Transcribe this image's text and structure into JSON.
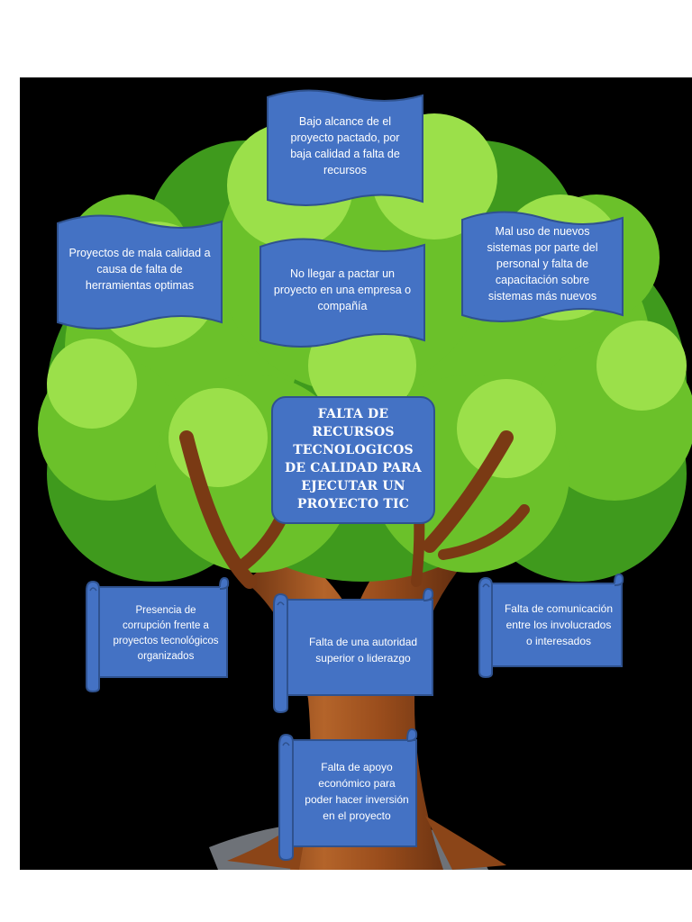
{
  "central_problem": {
    "text": "FALTA DE RECURSOS TECNOLOGICOS DE CALIDAD PARA EJECUTAR UN PROYECTO TIC"
  },
  "effects": [
    {
      "text": "Bajo alcance de el proyecto pactado, por baja calidad a falta de recursos"
    },
    {
      "text": "Proyectos de mala calidad a causa de falta de herramientas optimas"
    },
    {
      "text": "No llegar a pactar un proyecto en una empresa o compañía"
    },
    {
      "text": "Mal uso de nuevos sistemas por parte del personal y falta de capacitación sobre sistemas más nuevos"
    }
  ],
  "causes": [
    {
      "text": "Presencia de corrupción frente a proyectos tecnológicos organizados"
    },
    {
      "text": "Falta de una autoridad superior o liderazgo"
    },
    {
      "text": "Falta de comunicación entre los involucrados o interesados"
    },
    {
      "text": "Falta de apoyo económico para poder hacer inversión en el proyecto"
    }
  ],
  "colors": {
    "box_fill": "#4472c4",
    "box_stroke": "#2f528f",
    "background": "#000000",
    "leaf_light": "#9be04a",
    "leaf_mid": "#6bc12a",
    "leaf_dark": "#3f9a1d",
    "trunk": "#a0521f",
    "trunk_dark": "#6e3412"
  }
}
